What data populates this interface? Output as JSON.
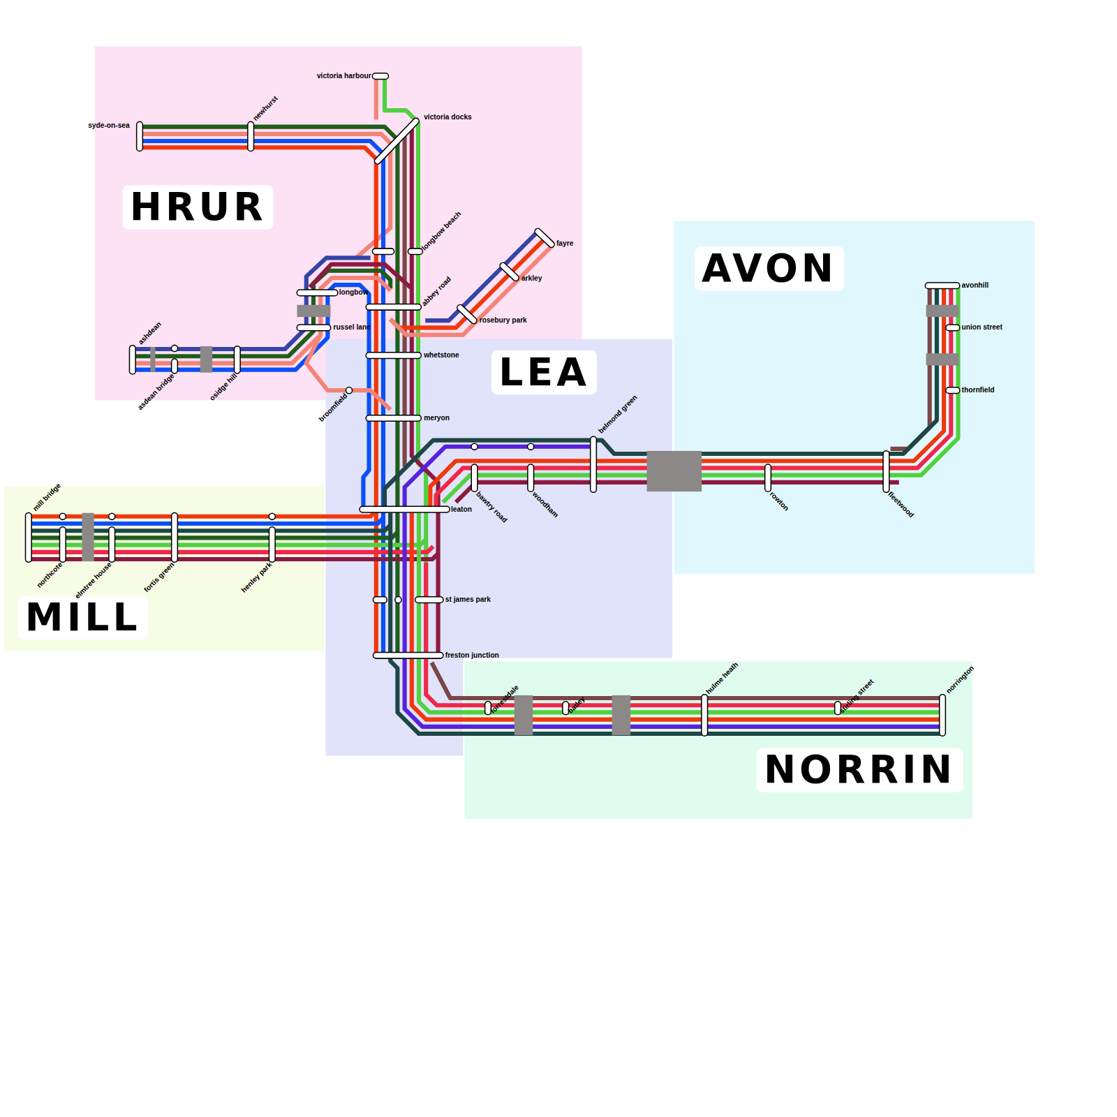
{
  "diagram": {
    "nodes": [
      {
        "text": [
          "HRUR"
        ]
      },
      {
        "text": [
          "AVON"
        ]
      },
      {
        "text": [
          "LEA"
        ]
      },
      {
        "text": [
          "MILL"
        ]
      },
      {
        "text": [
          "NORRIN"
        ]
      }
    ],
    "labels": [
      "victoria harbour",
      "victoria docks",
      "syde-on-sea",
      "newhurst",
      "longbow beach",
      "fayre",
      "arkley",
      "longbow",
      "abbey road",
      "rosebury park",
      "russel lane",
      "ashdean",
      "asdean bridge",
      "osidge hill",
      "whetstone",
      "broomfield",
      "meryon",
      "belmond green",
      "bawtry road",
      "woodham",
      "leaton",
      "rowton",
      "fleetwood",
      "avonhill",
      "union street",
      "thornfield",
      "mill bridge",
      "northcote",
      "elmtree house",
      "fortis green",
      "henley park",
      "st james park",
      "freston junction",
      "forrestdale",
      "batley",
      "hulme heath",
      "stirling street",
      "norrington"
    ]
  }
}
